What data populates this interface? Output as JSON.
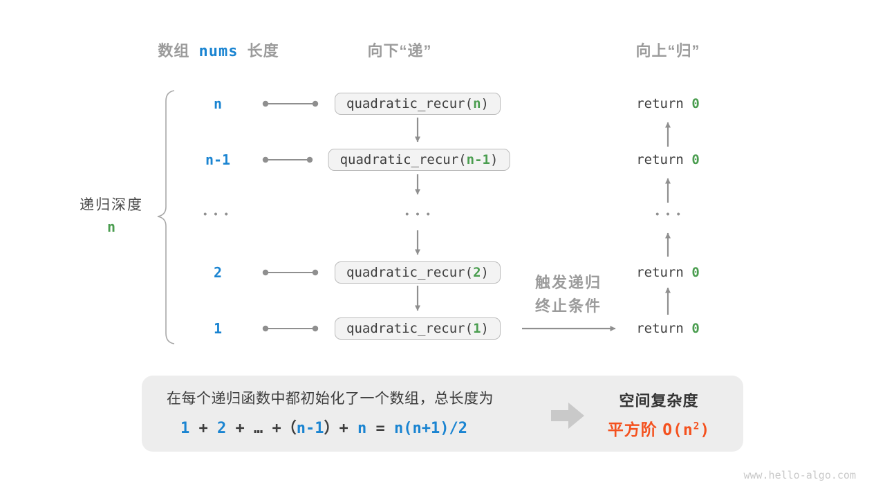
{
  "palette": {
    "blue": "#1a84d1",
    "green": "#4a9d4f",
    "orange": "#f4511e",
    "gray_heading": "#9b9b9b",
    "dark_text": "#3d3d3d",
    "line_gray": "#8f8f8f",
    "box_fill": "#f3f3f3",
    "panel_fill": "#ededed"
  },
  "headers": {
    "left_pre": "数组",
    "left_code": "nums",
    "left_post": "长度",
    "mid": "向下“递”",
    "right": "向上“归”"
  },
  "depth_brace": {
    "label": "递归深度",
    "value": "n"
  },
  "call": {
    "pre": "quadratic_recur(",
    "post": ")"
  },
  "ret": {
    "pre": "return ",
    "value": "0"
  },
  "rows": [
    {
      "depth": "n",
      "arg": "n"
    },
    {
      "depth": "n-1",
      "arg": "n-1"
    },
    {
      "depth": "2",
      "arg": "2"
    },
    {
      "depth": "1",
      "arg": "1"
    }
  ],
  "ellipsis": "•••",
  "trigger_note": {
    "line1": "触发递归",
    "line2": "终止条件"
  },
  "summary": {
    "line1": "在每个递归函数中都初始化了一个数组，总长度为",
    "formula": [
      {
        "text": "1",
        "color": "blue"
      },
      {
        "text": " + ",
        "color": "dark"
      },
      {
        "text": "2",
        "color": "blue"
      },
      {
        "text": " + ",
        "color": "dark"
      },
      {
        "text": "…",
        "color": "dark"
      },
      {
        "text": " +（",
        "color": "dark"
      },
      {
        "text": "n-1",
        "color": "blue"
      },
      {
        "text": "）+ ",
        "color": "dark"
      },
      {
        "text": "n",
        "color": "blue"
      },
      {
        "text": " = ",
        "color": "dark"
      },
      {
        "text": "n(n+1)/2",
        "color": "blue"
      }
    ],
    "result_title": "空间复杂度",
    "result_cjk": "平方阶",
    "result_code_pre": "O(n",
    "result_sup": "2",
    "result_code_post": ")"
  },
  "watermark": "www.hello-algo.com"
}
